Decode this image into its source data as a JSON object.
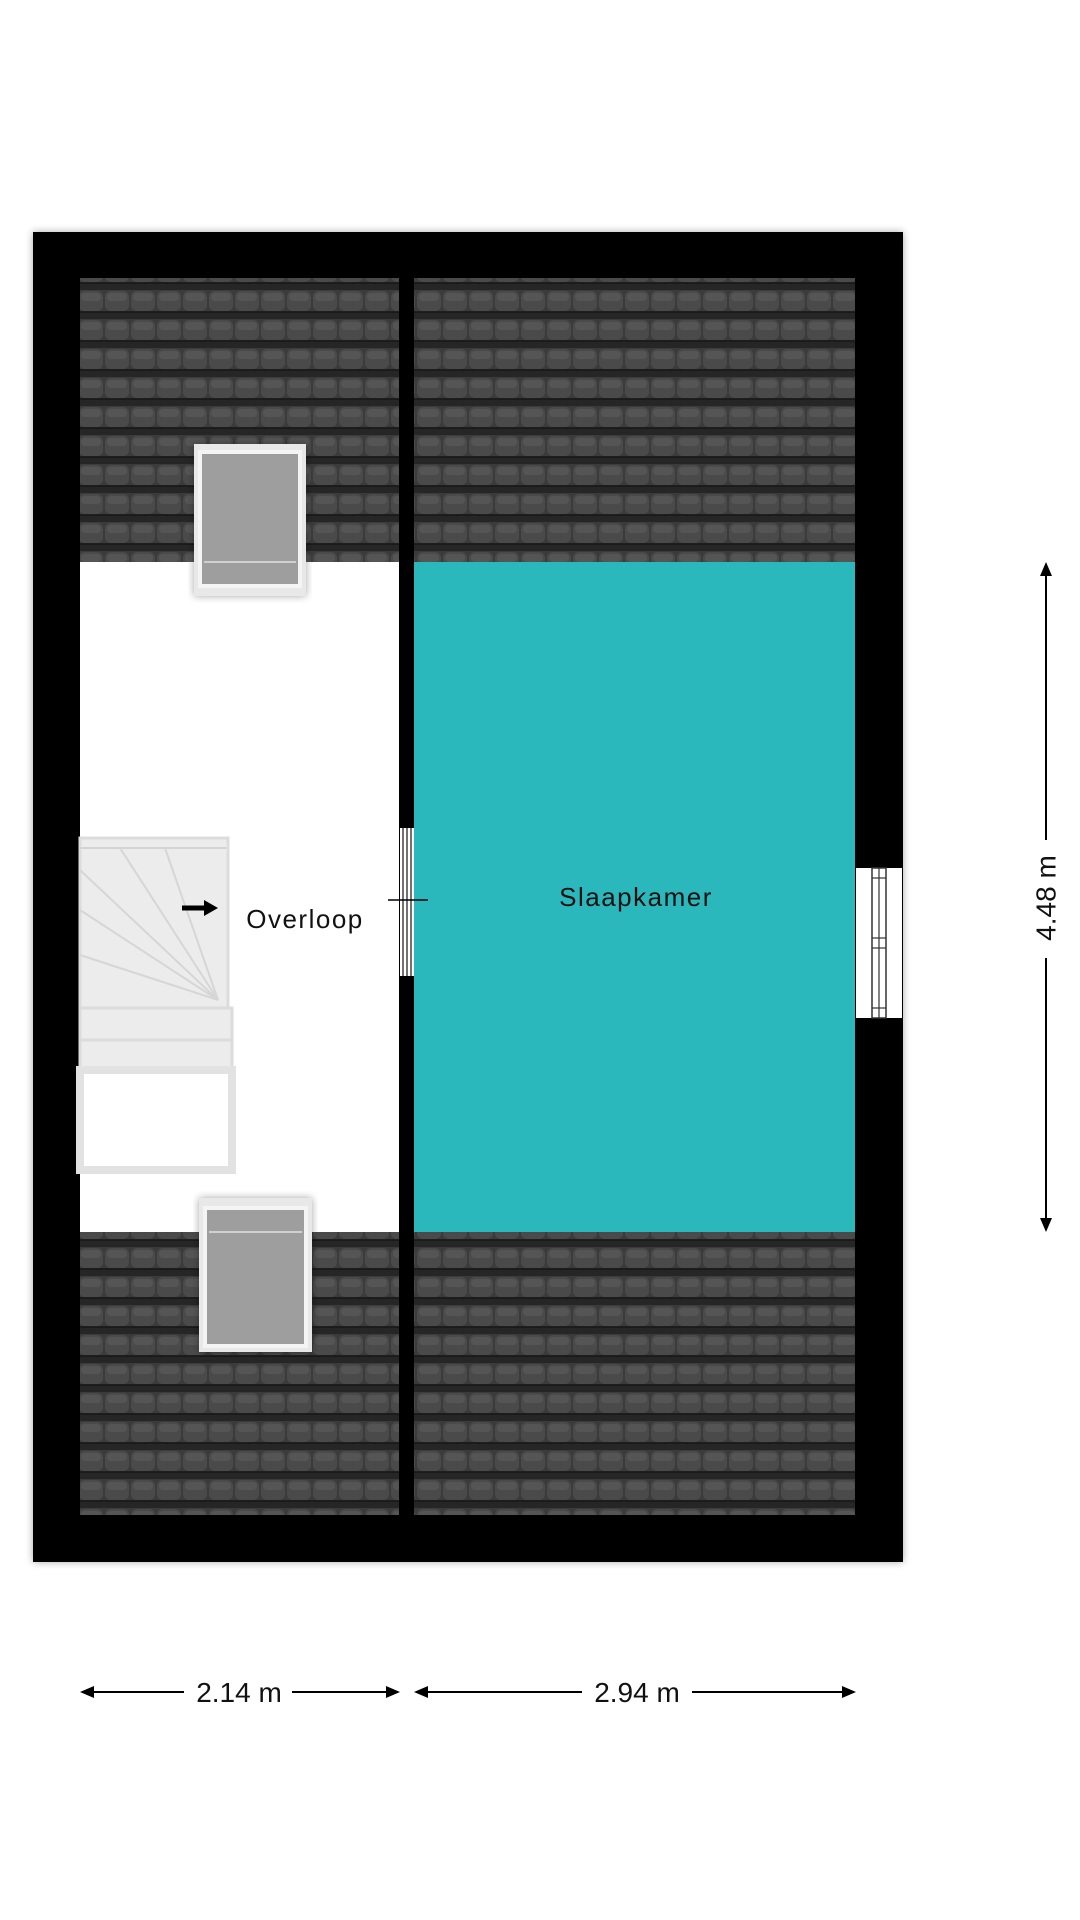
{
  "rooms": {
    "overloop": {
      "label": "Overloop"
    },
    "slaapkamer": {
      "label": "Slaapkamer"
    }
  },
  "dimensions": {
    "width_left": "2.14 m",
    "width_right": "2.94 m",
    "height_right": "4.48 m"
  },
  "colors": {
    "wall": "#000000",
    "roof_tile": "#3d3d3d",
    "slaapkamer_fill": "#2bb8bc",
    "overloop_fill": "#ffffff",
    "stair": "#ececec"
  }
}
